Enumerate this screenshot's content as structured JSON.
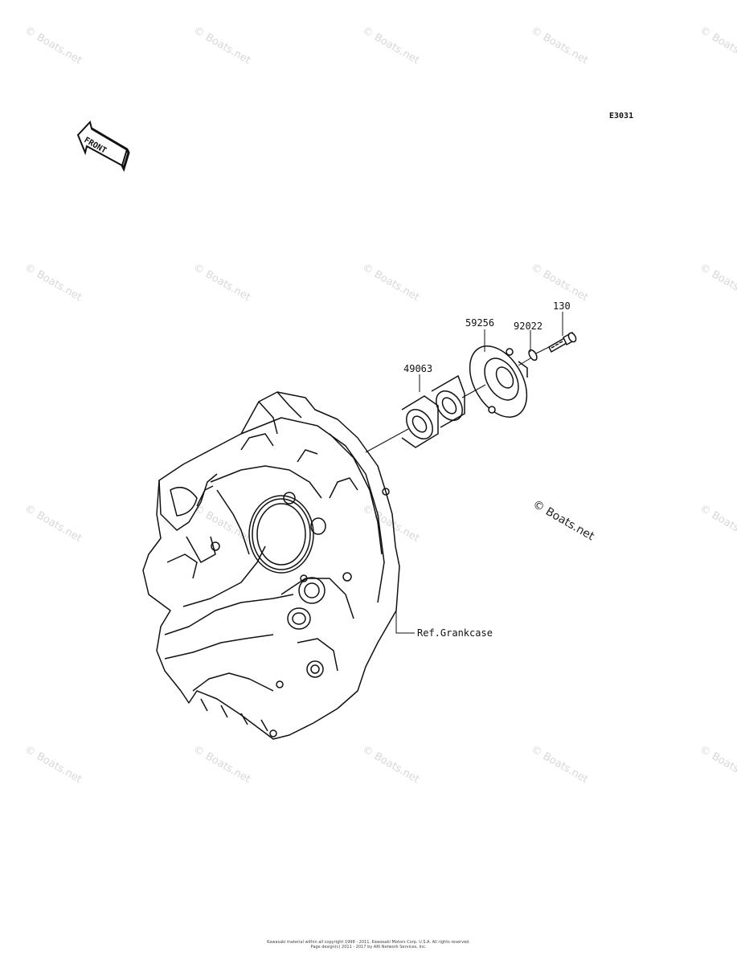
{
  "diagram_code": "E3031",
  "front_label": "FRONT",
  "watermark": "© Boats.net",
  "parts": [
    {
      "number": "130"
    },
    {
      "number": "59256"
    },
    {
      "number": "92022"
    },
    {
      "number": "49063"
    }
  ],
  "reference_label": "Ref.Grankcase",
  "copyright_line1": "Kawasaki material within all copyright 1998 - 2011, Kawasaki Motors Corp. U.S.A. All rights reserved.",
  "copyright_line2": "Page design(c) 2011 - 2017 by ARI Network Services, Inc."
}
